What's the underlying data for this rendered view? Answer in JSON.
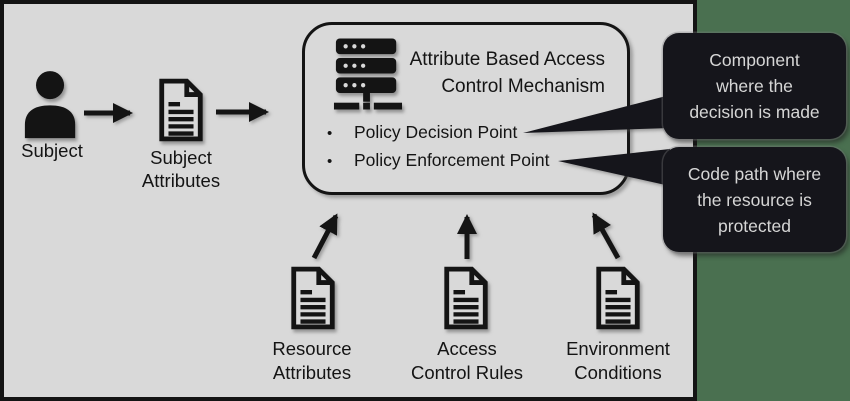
{
  "colors": {
    "backdrop_green": "#4a7050",
    "panel_gray": "#d9d9d9",
    "ink": "#141414",
    "callout_bg": "#15151b",
    "callout_text": "#d6d6d6"
  },
  "subject": {
    "label": "Subject"
  },
  "subject_attributes": {
    "lines": [
      "Subject",
      "Attributes"
    ]
  },
  "mechanism": {
    "title_lines": [
      "Attribute Based Access",
      "Control Mechanism"
    ],
    "bullet_char": "•",
    "bullets": [
      "Policy Decision Point",
      "Policy Enforcement Point"
    ]
  },
  "inputs": [
    {
      "lines": [
        "Resource",
        "Attributes"
      ]
    },
    {
      "lines": [
        "Access",
        "Control Rules"
      ]
    },
    {
      "lines": [
        "Environment",
        "Conditions"
      ]
    }
  ],
  "callouts": [
    {
      "lines": [
        "Component",
        "where the",
        "decision is made"
      ]
    },
    {
      "lines": [
        "Code path where",
        "the resource is",
        "protected"
      ]
    }
  ]
}
